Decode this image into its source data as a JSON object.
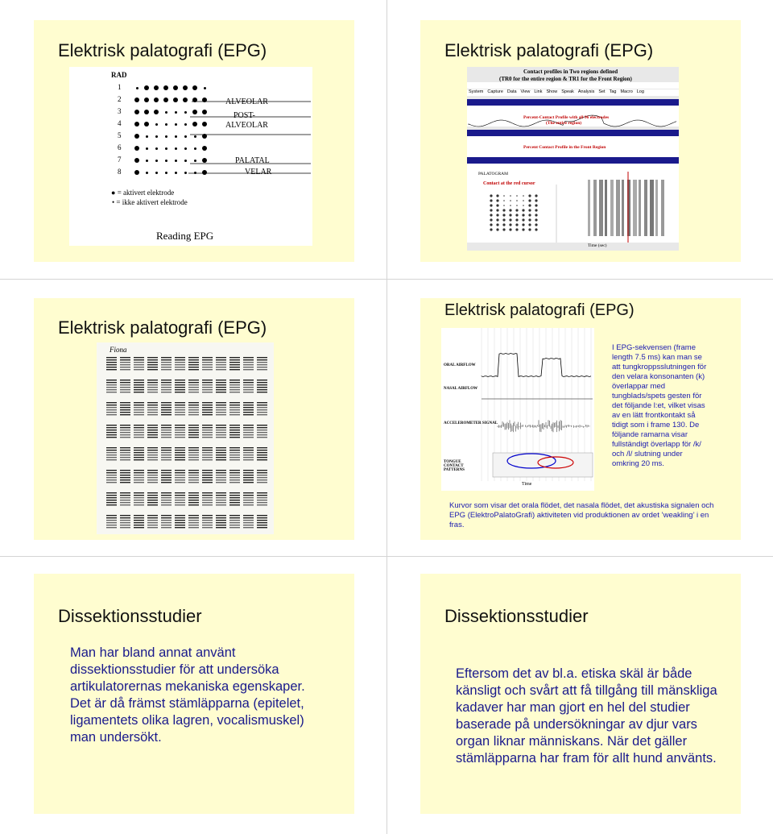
{
  "slides": [
    {
      "title": "Elektrisk palatografi (EPG)",
      "figure": {
        "rad_label": "RAD",
        "row_numbers": [
          "1",
          "2",
          "3",
          "4",
          "5",
          "6",
          "7",
          "8"
        ],
        "region_labels": [
          "ALVEOLAR",
          "POST-",
          "ALVEOLAR",
          "PALATAL",
          "VELAR"
        ],
        "legend_active": "= aktivert elektrode",
        "legend_inactive": "= ikke aktivert elektrode",
        "caption": "Reading EPG"
      }
    },
    {
      "title": "Elektrisk palatografi (EPG)",
      "figure": {
        "header_line1": "Contact profiles in Two regions defined",
        "header_line2": "(TR0 for the entire region & TR1 for the Front Region)",
        "menu": [
          "System",
          "Capture",
          "Data",
          "View",
          "Link",
          "Show",
          "Speak",
          "Analysis",
          "Set",
          "Tag",
          "Macro",
          "Log"
        ],
        "trace1_label": "Percent-Contact Profile with all 96 electrodes",
        "trace1_sub": "(The entire region)",
        "trace2_label": "Percent Contact Profile in the Front Region",
        "palatogram_label": "PALATOGRAM",
        "cursor_label": "Contact at the red cursor",
        "time_label": "Time (sec)"
      }
    },
    {
      "title": "Elektrisk palatografi (EPG)",
      "figure": {
        "name": "Fiona"
      }
    },
    {
      "title": "Elektrisk palatografi (EPG)",
      "side_text": "I EPG-sekvensen (frame length 7.5 ms) kan man se att tungkroppsslutningen för den velara konsonanten (k) överlappar med tungblads/spets gesten för det följande l:et, vilket visas av en lätt frontkontakt så tidigt som i frame 130. De följande ramarna visar fullständigt överlapp för /k/ och /l/ slutning under omkring 20 ms.",
      "caption": "Kurvor som visar det orala flödet, det nasala flödet, det akustiska signalen och EPG (ElektroPalatoGrafi) aktiviteten vid produktionen av ordet ’weakling’ i en fras.",
      "figure": {
        "labels": [
          "ORAL AIRFLOW",
          "NASAL AIRFLOW",
          "ACCELEROMETER SIGNAL",
          "TONGUE CONTACT PATTERNS"
        ],
        "time": "Time"
      }
    },
    {
      "title": "Dissektionsstudier",
      "body": "Man har bland annat använt dissektionsstudier för att undersöka artikulatorernas mekaniska egenskaper. Det är då främst stämläpparna (epitelet, ligamentets olika lagren, vocalismuskel) man undersökt."
    },
    {
      "title": "Dissektionsstudier",
      "body": "Eftersom det av bl.a. etiska skäl är både känsligt och svårt att få tillgång till mänskliga kadaver har man gjort en hel del studier baserade på undersökningar av djur vars organ liknar människans. När det gäller stämläpparna har fram för allt hund använts."
    }
  ]
}
